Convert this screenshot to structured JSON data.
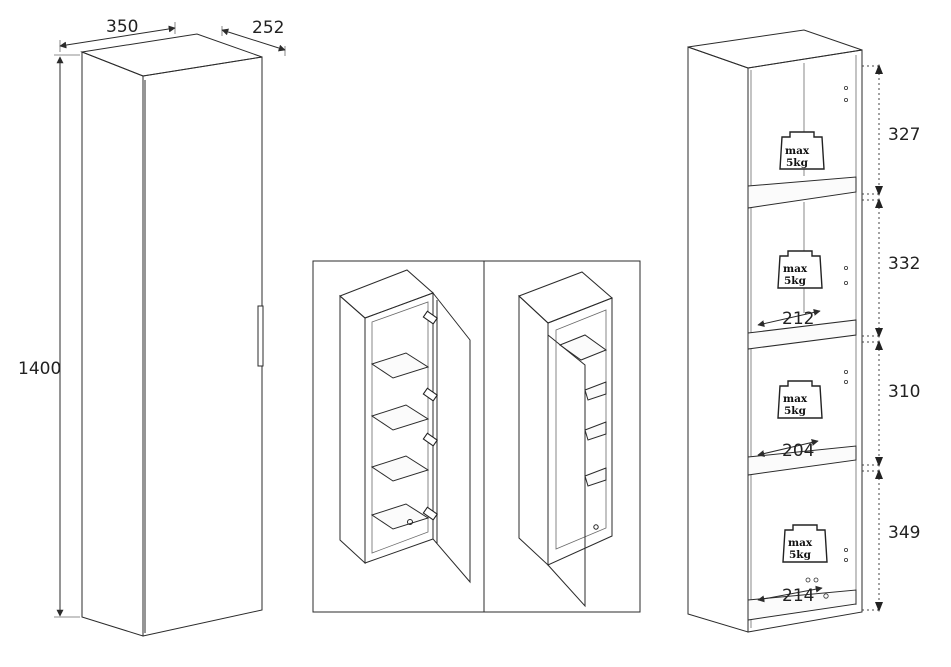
{
  "dimensions": {
    "width": "350",
    "depth": "252",
    "height": "1400",
    "compartments": [
      "327",
      "332",
      "310",
      "349"
    ],
    "shelf_depths": [
      "212",
      "204",
      "214"
    ]
  },
  "load_badge": {
    "line1": "max",
    "line2": "5kg",
    "icon": "weight-icon",
    "count": 4
  },
  "views": [
    "front-closed",
    "open-doors-perspective",
    "side-open-perspective",
    "interior-front"
  ]
}
